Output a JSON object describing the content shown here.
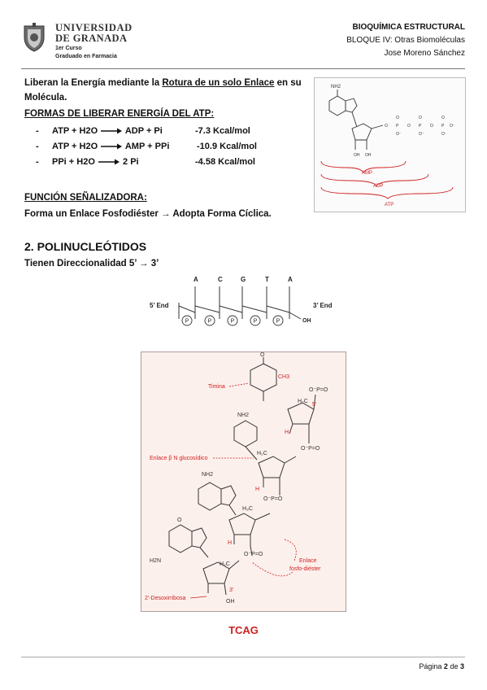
{
  "header": {
    "uni_line1": "UNIVERSIDAD",
    "uni_line2": "DE GRANADA",
    "course_line1": "1er Curso",
    "course_line2": "Graduado en Farmacia",
    "subject": "BIOQUÍMICA ESTRUCTURAL",
    "block": "BLOQUE IV: Otras Biomoléculas",
    "author": "Jose Moreno Sánchez"
  },
  "intro": {
    "pre": "Liberan la Energía mediante la ",
    "underlined": "Rotura de un solo Enlace",
    "post": " en su",
    "line2": "Molécula."
  },
  "atp_forms": {
    "heading": "FORMAS DE LIBERAR ENERGÍA DEL ATP:",
    "rows": [
      {
        "lhs": "ATP + H2O",
        "rhs": "ADP + Pi",
        "energy": "-7.3 Kcal/mol"
      },
      {
        "lhs": "ATP + H2O",
        "rhs": "AMP + PPi",
        "energy": "-10.9 Kcal/mol"
      },
      {
        "lhs": "PPi + H2O",
        "rhs": "2 Pi",
        "energy": "-4.58  Kcal/mol"
      }
    ]
  },
  "signal": {
    "heading": "FUNCIÓN SEÑALIZADORA:",
    "text": "Forma un Enlace Fosfodiéster → Adopta Forma Cíclica."
  },
  "atp_figure": {
    "labels": [
      "AMP",
      "ADP",
      "ATP"
    ],
    "amine": "NH2"
  },
  "section2": {
    "title": "2. POLINUCLEÓTIDOS",
    "subtitle": "Tienen Direccionalidad 5’ → 3’"
  },
  "chain_figure": {
    "bases": [
      "A",
      "C",
      "G",
      "T",
      "A"
    ],
    "end5": "5’ End",
    "end3": "3’ End",
    "phosphate": "P",
    "oh": "OH"
  },
  "dna_figure": {
    "label_timina": "Timina",
    "label_glucosidico": "Enlace β N glucosídico",
    "label_fosfo_1": "Enlace",
    "label_fosfo_2": "fosfo-diéster",
    "label_desoxi": "2'-Desoxirribosa",
    "ch3": "CH3",
    "nh2": "NH2",
    "h2n": "H2N"
  },
  "sequence": "TCAG",
  "footer": {
    "page_label": "Página",
    "page": "2",
    "of": "de",
    "total": "3"
  },
  "colors": {
    "red": "#d01f1f",
    "figure_bg": "#fcf0ec"
  }
}
